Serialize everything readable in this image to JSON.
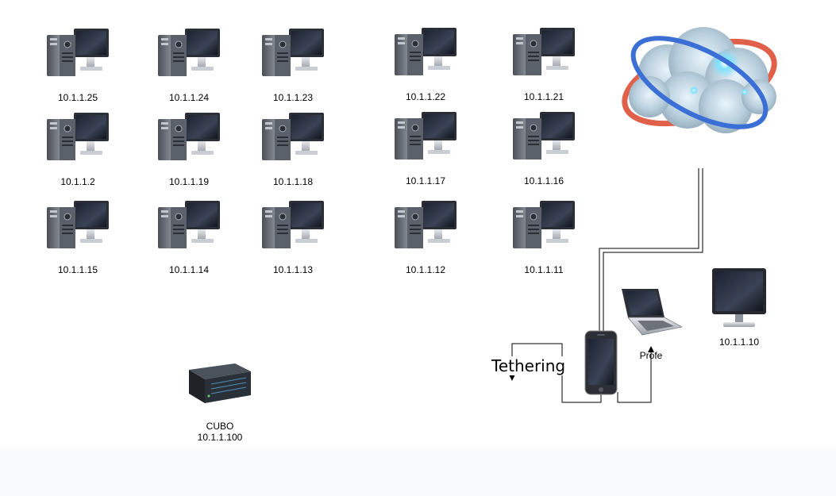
{
  "workstations": [
    {
      "label": "10.1.1.25"
    },
    {
      "label": "10.1.1.24"
    },
    {
      "label": "10.1.1.23"
    },
    {
      "label": "10.1.1.22"
    },
    {
      "label": "10.1.1.21"
    },
    {
      "label": "10.1.1.2"
    },
    {
      "label": "10.1.1.19"
    },
    {
      "label": "10.1.1.18"
    },
    {
      "label": "10.1.1.17"
    },
    {
      "label": "10.1.1.16"
    },
    {
      "label": "10.1.1.15"
    },
    {
      "label": "10.1.1.14"
    },
    {
      "label": "10.1.1.13"
    },
    {
      "label": "10.1.1.12"
    },
    {
      "label": "10.1.1.11"
    }
  ],
  "server": {
    "name": "CUBO",
    "ip": "10.1.1.100"
  },
  "laptop": {
    "label": "Profe"
  },
  "monitor": {
    "label": "10.1.1.10"
  },
  "tethering_label": "Tethering",
  "icons": {
    "workstation": "workstation-icon",
    "server": "rack-server-icon",
    "laptop": "laptop-icon",
    "monitor": "monitor-icon",
    "phone": "smartphone-icon",
    "cloud": "internet-cloud-icon"
  },
  "colors": {
    "footer": "#f8f9fa",
    "cloud_ring_red": "#e0604a",
    "cloud_ring_blue": "#3b6fd6"
  }
}
